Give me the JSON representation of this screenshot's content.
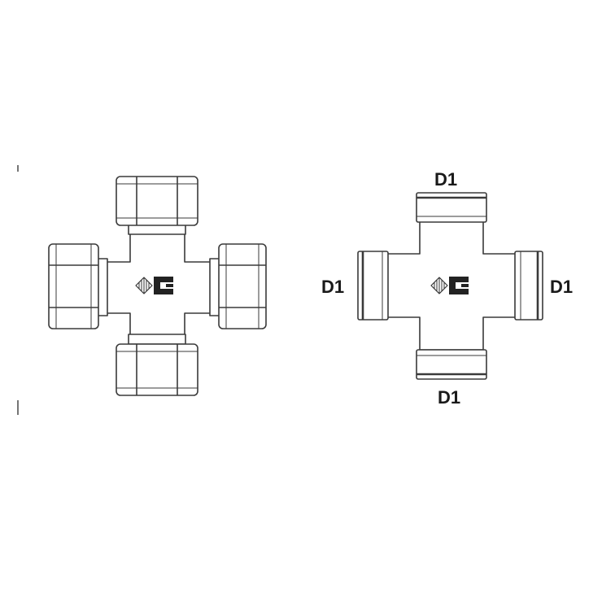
{
  "diagram": {
    "colors": {
      "line": "#3a3a3a",
      "fill": "#ffffff",
      "background": "#ffffff"
    },
    "left_figure": {
      "part": "cross-fitting-with-nuts",
      "logo_icon": "manufacturer-logo-icon"
    },
    "right_figure": {
      "part": "cross-fitting-body",
      "logo_icon": "manufacturer-logo-icon",
      "labels": {
        "top": "D1",
        "left": "D1",
        "right": "D1",
        "bottom": "D1"
      }
    }
  }
}
